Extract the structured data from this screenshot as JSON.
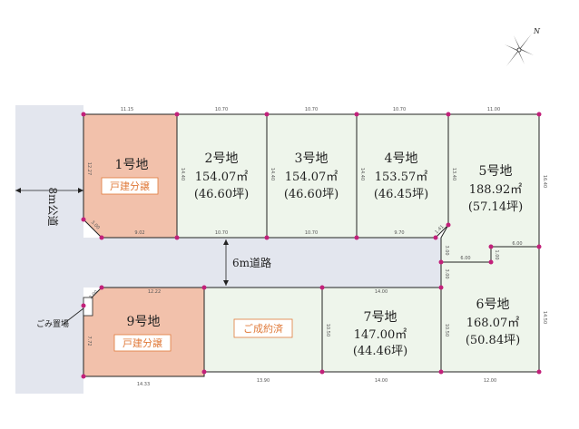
{
  "colors": {
    "road": "#e3e6ee",
    "lot_available": "#eef5eb",
    "lot_self_build": "#f2c1ab",
    "lot_border": "#222222",
    "marker": "#c2207a",
    "badge_text": "#e07a3a",
    "badge_border": "#e07a3a"
  },
  "compass": {
    "north_label": "N"
  },
  "roads": {
    "main": "8m公道",
    "private": "6m道路",
    "garbage": "ごみ置場"
  },
  "lots": {
    "lot1": {
      "name": "1号地",
      "badge": "戸建分譲"
    },
    "lot2": {
      "name": "2号地",
      "area_m2": "154.07㎡",
      "area_tsubo": "(46.60坪)"
    },
    "lot3": {
      "name": "3号地",
      "area_m2": "154.07㎡",
      "area_tsubo": "(46.60坪)"
    },
    "lot4": {
      "name": "4号地",
      "area_m2": "153.57㎡",
      "area_tsubo": "(46.45坪)"
    },
    "lot5": {
      "name": "5号地",
      "area_m2": "188.92㎡",
      "area_tsubo": "(57.14坪)"
    },
    "lot6": {
      "name": "6号地",
      "area_m2": "168.07㎡",
      "area_tsubo": "(50.84坪)"
    },
    "lot7": {
      "name": "7号地",
      "area_m2": "147.00㎡",
      "area_tsubo": "(44.46坪)"
    },
    "lot8": {
      "badge": "ご成約済"
    },
    "lot9": {
      "name": "9号地",
      "badge": "戸建分譲"
    }
  },
  "dimensions": {
    "lot1_top": "11.15",
    "lot1_bottom": "9.02",
    "lot1_left": "12.27",
    "lot1_corner": "3.00",
    "lot2_top": "10.70",
    "lot2_bottom": "10.70",
    "lot2_left": "14.40",
    "lot3_top": "10.70",
    "lot3_bottom": "10.70",
    "lot3_left": "14.40",
    "lot4_top": "10.70",
    "lot4_bottom": "9.70",
    "lot4_left": "14.40",
    "lot4_corner": "1.41",
    "lot5_top": "11.00",
    "lot5_left": "13.40",
    "lot5_right": "16.40",
    "lot5_notch_a": "3.00",
    "lot5_notch_b": "6.00",
    "lot5_notch_c": "1.00",
    "lot5_notch_d": "6.00",
    "lot6_left_top": "3.00",
    "lot6_left": "10.50",
    "lot6_bottom": "12.00",
    "lot6_right": "14.50",
    "lot7_top": "14.00",
    "lot7_left": "10.50",
    "lot7_bottom": "14.00",
    "lot8_bottom": "13.90",
    "lot9_top": "12.22",
    "lot9_bottom": "14.33",
    "lot9_left": "7.72",
    "lot9_corner": "3.00"
  }
}
